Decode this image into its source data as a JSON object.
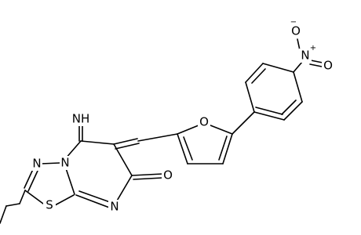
{
  "molecule": {
    "atom_labels": {
      "imine": "NH",
      "ring_n_bridge": "N",
      "ring_n_left": "N",
      "sulfur": "S",
      "ring_n_bottom": "N",
      "carbonyl_o": "O",
      "furan_o": "O",
      "nitro_n": "N",
      "nitro_o_top": "O",
      "nitro_o_right": "O"
    },
    "charges": {
      "nitro_n": "+",
      "nitro_o_top": "−"
    }
  }
}
